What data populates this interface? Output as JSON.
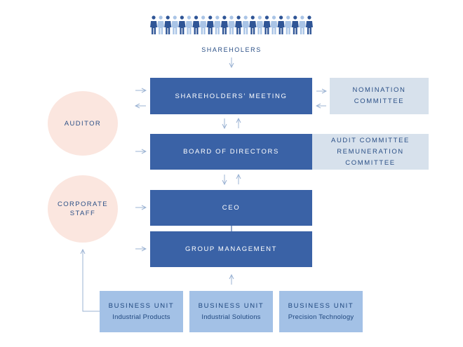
{
  "shareholders": {
    "label": "SHAREHOLERS",
    "icon": "people-row-icon",
    "count": 23
  },
  "nodes": {
    "meeting": "SHAREHOLDERS’ MEETING",
    "board": "BOARD OF DIRECTORS",
    "ceo": "CEO",
    "group_mgmt": "GROUP MANAGEMENT",
    "nomination": [
      "NOMINATION",
      "COMMITTEE"
    ],
    "audit_rem": [
      "AUDIT COMMITTEE",
      "REMUNERATION COMMITTEE"
    ],
    "auditor": "AUDITOR",
    "corporate_staff": [
      "CORPORATE",
      "STAFF"
    ]
  },
  "business_units": [
    {
      "title": "BUSINESS UNIT",
      "name": "Industrial Products"
    },
    {
      "title": "BUSINESS UNIT",
      "name": "Industrial Solutions"
    },
    {
      "title": "BUSINESS UNIT",
      "name": "Precision Technology"
    }
  ],
  "colors": {
    "dark_box": "#3a62a6",
    "light_box": "#d7e1ec",
    "unit_box": "#a3c1e6",
    "circle": "#fbe6df",
    "arrow": "#9bb3d3",
    "person_dark": "#2f5596",
    "person_light": "#a9c4e6"
  }
}
